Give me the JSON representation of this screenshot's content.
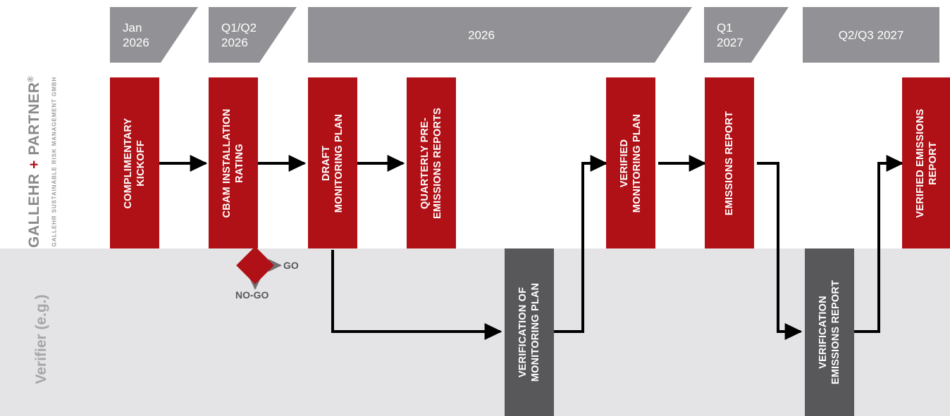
{
  "branding": {
    "logo_main": "GALLEHR",
    "logo_plus": "+",
    "logo_main2": "PARTNER",
    "logo_registered": "®",
    "logo_subtitle": "GALLEHR SUSTAINABLE RISK MANAGEMENT GMBH"
  },
  "lanes": [
    {
      "id": "lane-company",
      "label": ""
    },
    {
      "id": "lane-verifier",
      "label": "Verifier (e.g.)"
    }
  ],
  "timeline_headers": [
    {
      "label": "Jan\n2026",
      "shape": "trapezoid",
      "align": "left"
    },
    {
      "label": "Q1/Q2\n2026",
      "shape": "trapezoid",
      "align": "left"
    },
    {
      "label": "2026",
      "shape": "trapezoid",
      "align": "center"
    },
    {
      "label": "Q1\n2027",
      "shape": "trapezoid",
      "align": "left"
    },
    {
      "label": "Q2/Q3 2027",
      "shape": "rectangle",
      "align": "center"
    }
  ],
  "process_steps": [
    {
      "label": "COMPLIMENTARY\nKICKOFF",
      "lane": "company",
      "color": "red"
    },
    {
      "label": "CBAM INSTALLATION\nRATING",
      "lane": "company",
      "color": "red"
    },
    {
      "label": "DRAFT\nMONITORING PLAN",
      "lane": "company",
      "color": "red"
    },
    {
      "label": "QUARTERLY PRE-\nEMISSIONS REPORTS",
      "lane": "company",
      "color": "red"
    },
    {
      "label": "VERIFIED\nMONITORING PLAN",
      "lane": "company",
      "color": "red"
    },
    {
      "label": "EMISSIONS REPORT",
      "lane": "company",
      "color": "red"
    },
    {
      "label": "VERIFIED EMISSIONS\nREPORT",
      "lane": "company",
      "color": "red"
    },
    {
      "label": "VERIFICATION OF\nMONITORING PLAN",
      "lane": "verifier",
      "color": "dark"
    },
    {
      "label": "VERIFICATION\nEMISSIONS REPORT",
      "lane": "verifier",
      "color": "dark"
    }
  ],
  "decision": {
    "name": "go-no-go-gate",
    "go_label": "GO",
    "nogo_label": "NO-GO"
  },
  "colors": {
    "red": "#b01117",
    "dark_gray": "#58585a",
    "header_gray": "#929296",
    "lane_gray": "#e4e4e6",
    "logo_gray": "#8a8a8d",
    "connector": "#000000"
  }
}
